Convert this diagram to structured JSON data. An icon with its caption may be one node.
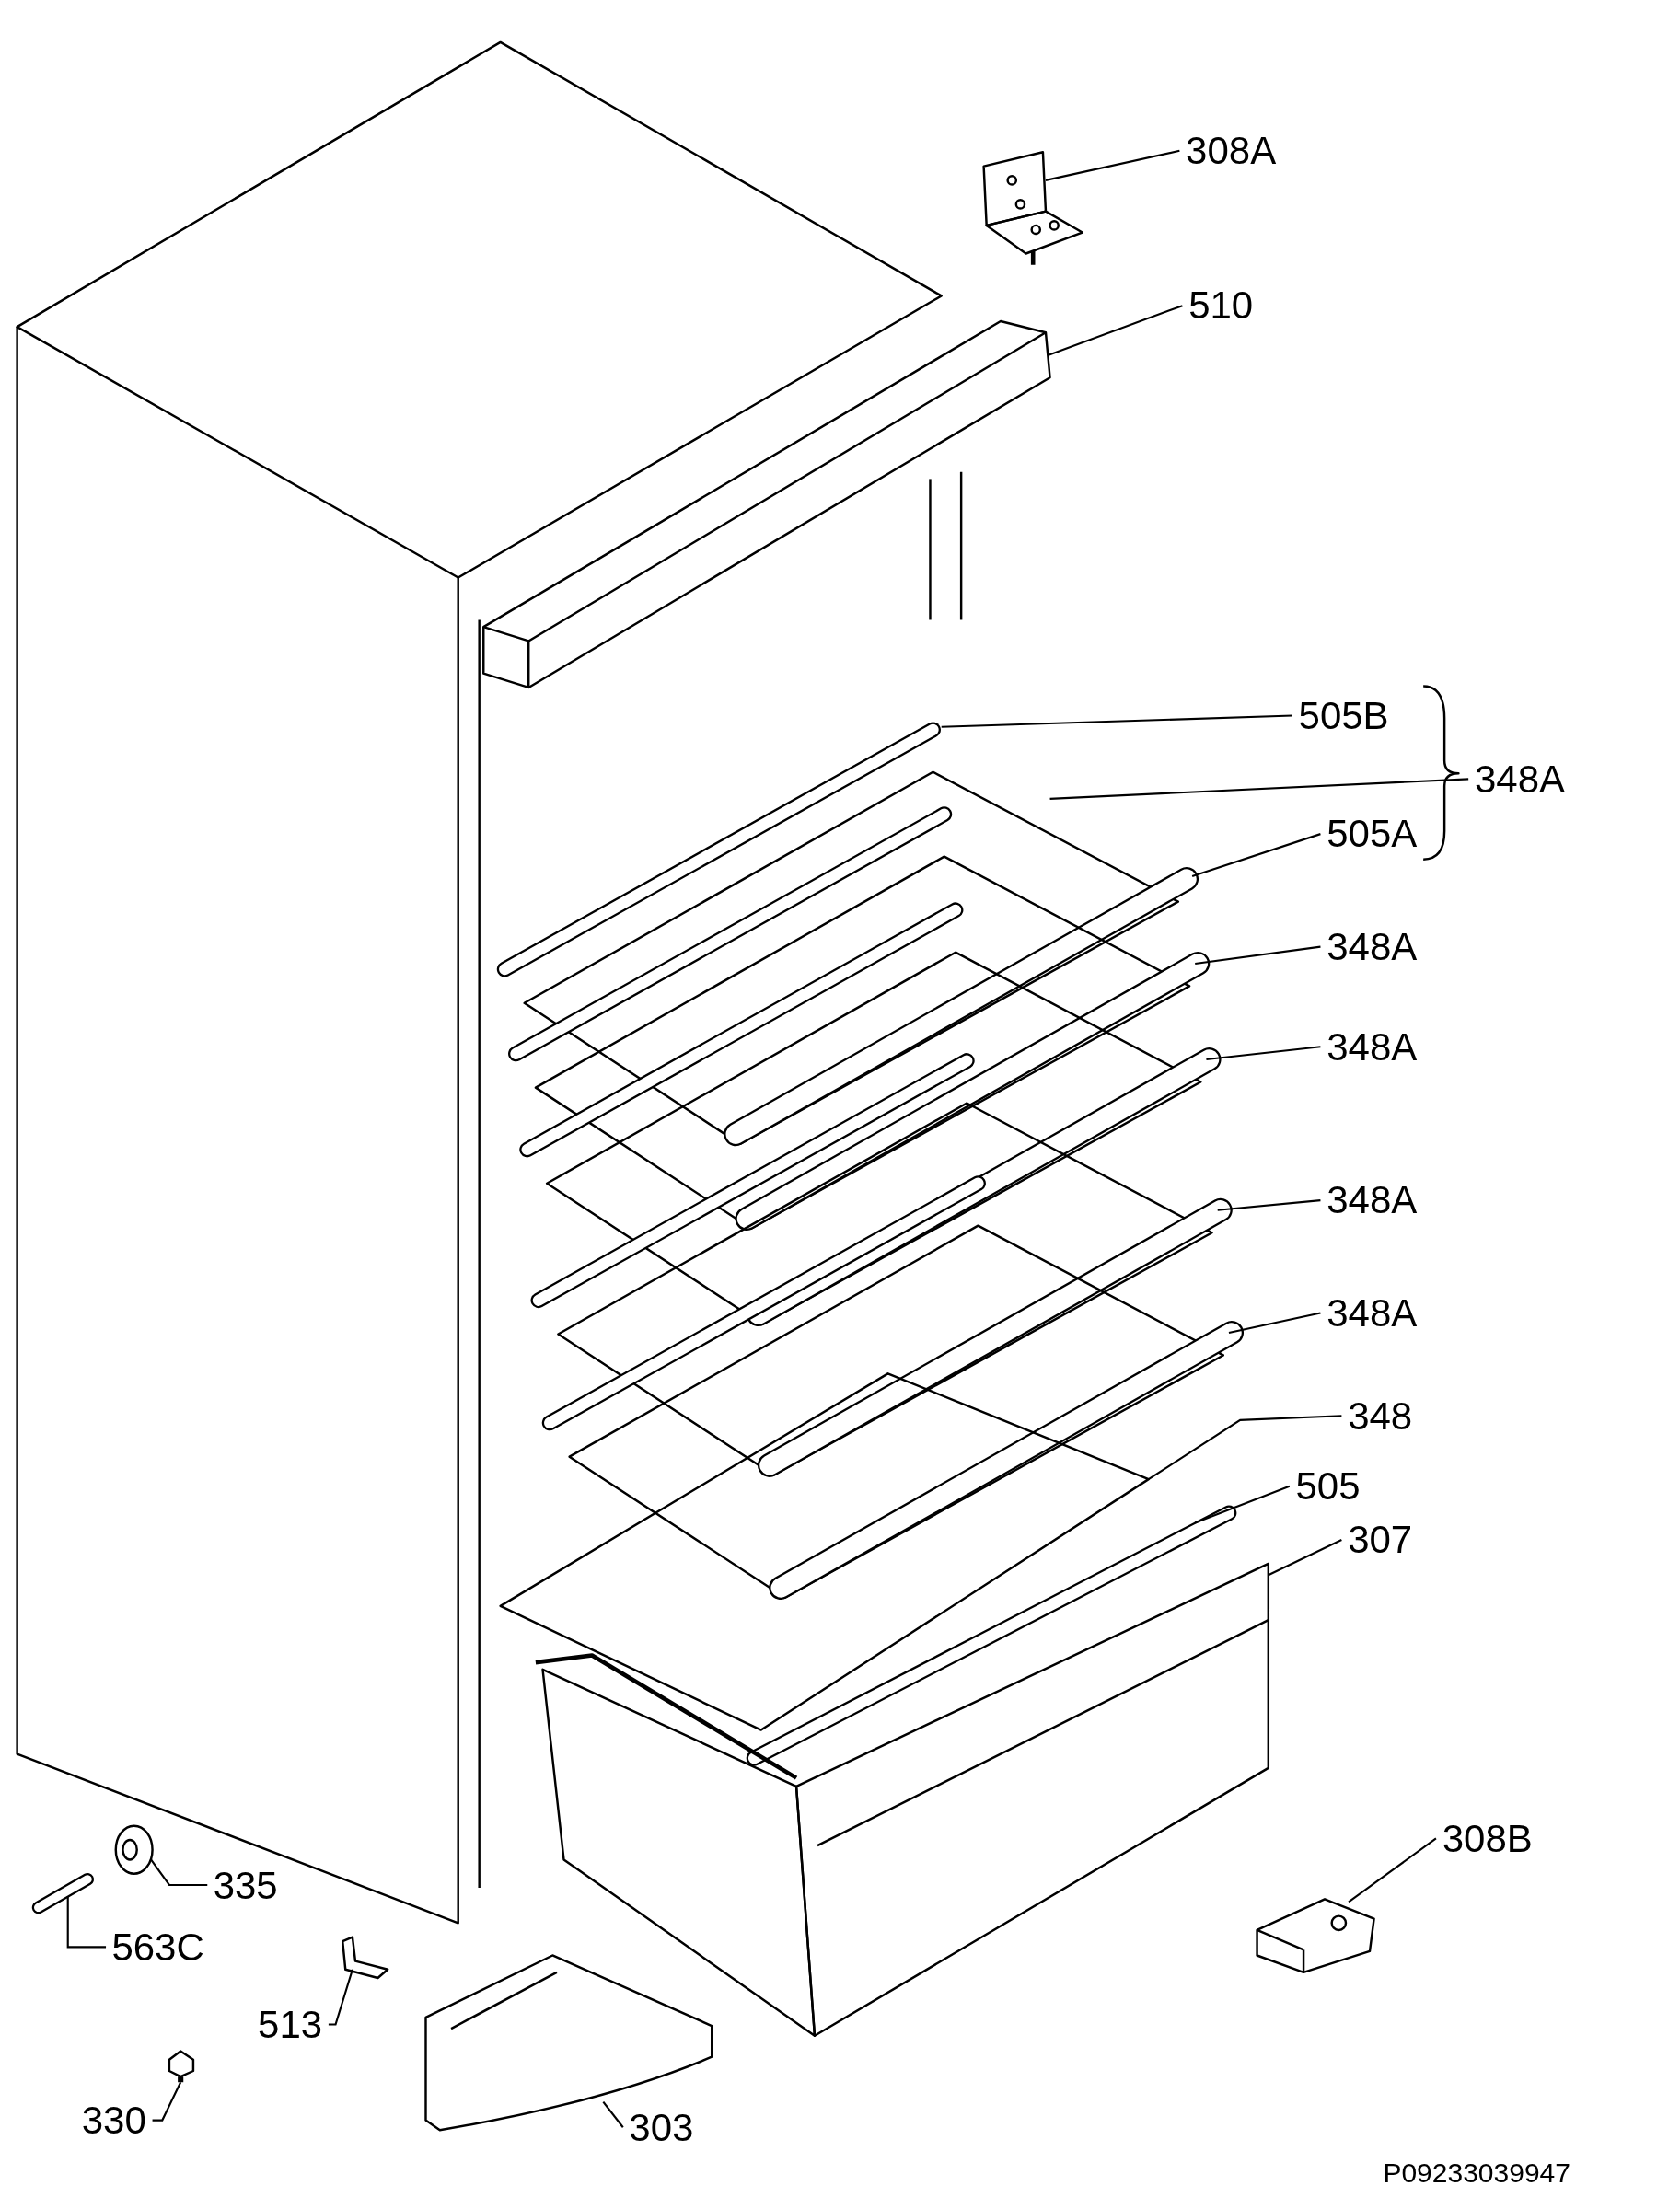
{
  "diagram": {
    "nodes": [
      {
        "text": [
          "308A"
        ]
      },
      {
        "text": [],
        "shape": "picture"
      },
      {
        "text": [
          "510"
        ]
      },
      {
        "text": [],
        "shape": "picture"
      },
      {
        "text": [
          "505B"
        ]
      },
      {
        "text": [],
        "shape": "picture"
      },
      {
        "text": [],
        "shape": "picture"
      },
      {
        "text": [
          "505A"
        ]
      },
      {
        "text": [],
        "shape": "picture"
      },
      {
        "text": [
          "348A"
        ]
      },
      {
        "text": [],
        "shape": "picture"
      },
      {
        "text": [
          "348A"
        ]
      },
      {
        "text": [],
        "shape": "picture"
      },
      {
        "text": [
          "348A"
        ]
      },
      {
        "text": [],
        "shape": "picture"
      },
      {
        "text": [
          "348A"
        ]
      },
      {
        "text": [],
        "shape": "picture"
      },
      {
        "text": [
          "348"
        ]
      },
      {
        "text": [],
        "shape": "picture"
      },
      {
        "text": [
          "505"
        ]
      },
      {
        "text": [],
        "shape": "picture"
      },
      {
        "text": [
          "307"
        ]
      },
      {
        "text": [],
        "shape": "picture"
      },
      {
        "text": [
          "308B"
        ]
      },
      {
        "text": [],
        "shape": "picture"
      },
      {
        "text": [
          "335"
        ]
      },
      {
        "text": [],
        "shape": "picture"
      },
      {
        "text": [
          "563C"
        ]
      },
      {
        "text": [],
        "shape": "picture"
      },
      {
        "text": [
          "513"
        ]
      },
      {
        "text": [],
        "shape": "picture"
      },
      {
        "text": [
          "330"
        ]
      },
      {
        "text": [],
        "shape": "picture"
      },
      {
        "text": [
          "303"
        ]
      },
      {
        "text": [],
        "shape": "picture"
      },
      {
        "text": [
          "348A"
        ]
      }
    ],
    "edges": [
      {
        "from": 0,
        "to": 1,
        "arrow": "none"
      },
      {
        "from": 2,
        "to": 3,
        "arrow": "none"
      },
      {
        "from": 4,
        "to": 5,
        "arrow": "none"
      },
      {
        "from": 35,
        "to": 6,
        "arrow": "none"
      },
      {
        "from": 7,
        "to": 8,
        "arrow": "none"
      },
      {
        "from": 9,
        "to": 10,
        "arrow": "none"
      },
      {
        "from": 11,
        "to": 12,
        "arrow": "none"
      },
      {
        "from": 13,
        "to": 14,
        "arrow": "none"
      },
      {
        "from": 15,
        "to": 16,
        "arrow": "none"
      },
      {
        "from": 17,
        "to": 18,
        "arrow": "none"
      },
      {
        "from": 19,
        "to": 20,
        "arrow": "none"
      },
      {
        "from": 21,
        "to": 22,
        "arrow": "none"
      },
      {
        "from": 23,
        "to": 24,
        "arrow": "none"
      },
      {
        "from": 25,
        "to": 26,
        "arrow": "none"
      },
      {
        "from": 27,
        "to": 28,
        "arrow": "none"
      },
      {
        "from": 29,
        "to": 30,
        "arrow": "none"
      },
      {
        "from": 31,
        "to": 32,
        "arrow": "none"
      },
      {
        "from": 33,
        "to": 34,
        "arrow": "none"
      }
    ],
    "labels": [
      "P09233039947"
    ]
  }
}
